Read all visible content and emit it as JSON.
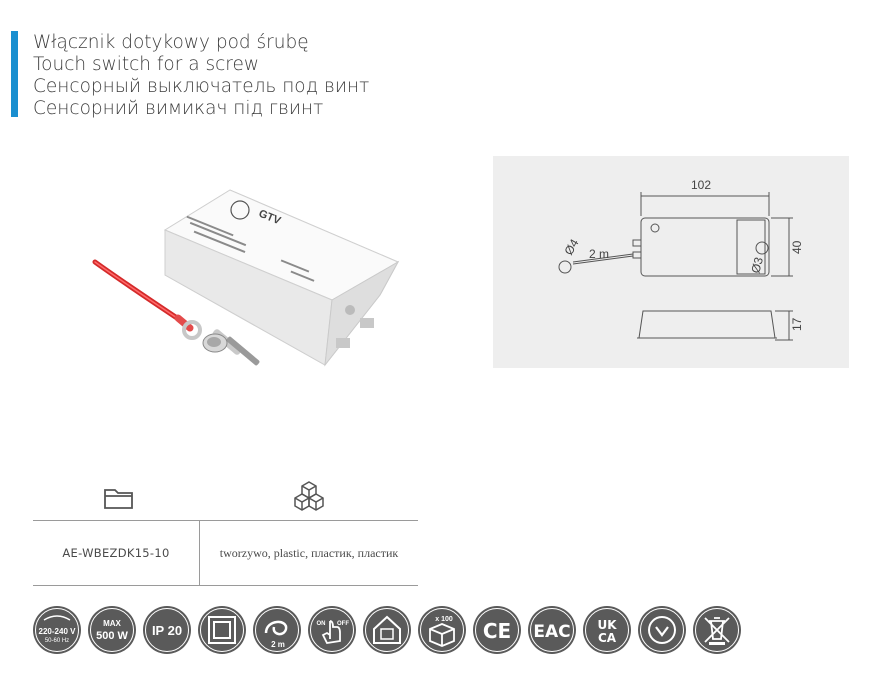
{
  "header": {
    "titles": [
      "Włącznik dotykowy pod śrubę",
      "Touch switch for a screw",
      "Сенсорный выключатель под винт",
      "Сенсорний вимикач під гвинт"
    ],
    "accent_color": "#1a8fd0"
  },
  "product_photo": {
    "brand_label": "GTV"
  },
  "drawing": {
    "length": "102",
    "height": "40",
    "depth": "17",
    "cable": "2 m",
    "ring_diameter": "Ø4",
    "hole_diameter": "Ø3"
  },
  "info": {
    "icons": [
      "folder-icon",
      "boxes-icon"
    ],
    "code": "AE-WBEZDK15-10",
    "material": "tworzywo, plastic, пластик, пластик"
  },
  "badges": {
    "voltage": "220-240 V",
    "frequency": "50-60 Hz",
    "power_top": "MAX",
    "power_value": "500 W",
    "ip": "IP 20",
    "cable_length": "2 m",
    "on": "ON",
    "off": "OFF",
    "qty": "x 100",
    "ce": "CE",
    "eac": "EAC",
    "ukca_top": "UK",
    "ukca_bottom": "CA"
  }
}
